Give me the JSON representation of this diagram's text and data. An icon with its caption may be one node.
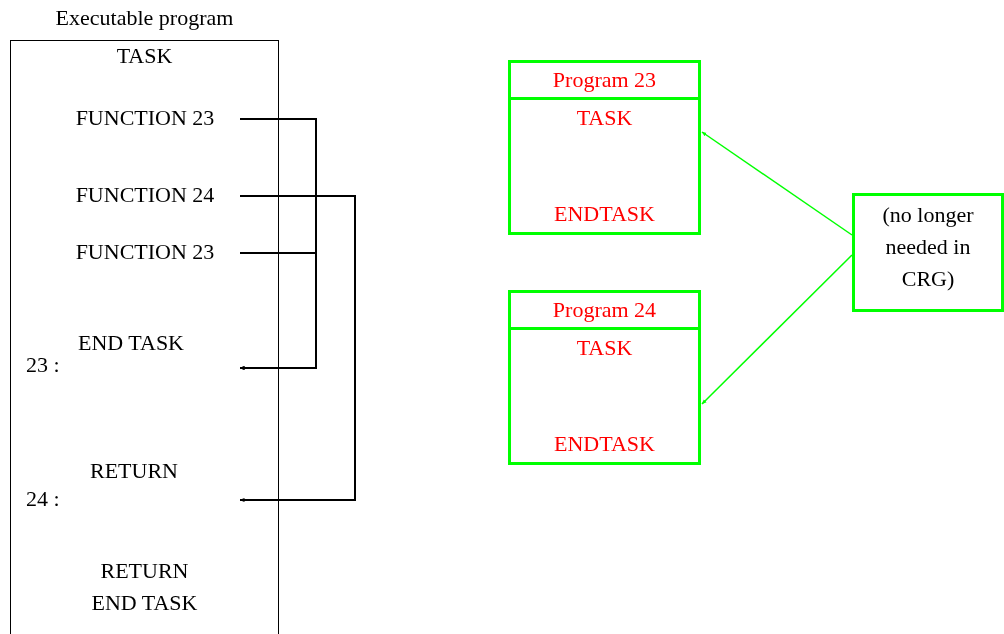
{
  "diagram": {
    "nodes": [
      {
        "text": [
          "Executable program",
          "TASK",
          "RETURN END TASK"
        ]
      },
      {
        "text": [
          "FUNCTION 23"
        ],
        "in": 0
      },
      {
        "text": [
          "FUNCTION 24"
        ],
        "in": 0
      },
      {
        "text": [
          "FUNCTION 23"
        ],
        "in": 0
      },
      {
        "text": [
          "END TASK"
        ],
        "beside": [
          "23 :"
        ],
        "in": 0
      },
      {
        "text": [
          "RETURN"
        ],
        "beside": [
          "24 :"
        ],
        "in": 0
      },
      {
        "text": [
          "Program 23",
          "TASK",
          "ENDTASK"
        ]
      },
      {
        "text": [
          "Program 24",
          "TASK",
          "ENDTASK"
        ]
      },
      {
        "text": [
          "(no longer needed in CRG)"
        ]
      }
    ],
    "edges": [
      {
        "from": 1,
        "to": 4,
        "arrow": "to"
      },
      {
        "from": 2,
        "to": 5,
        "arrow": "to"
      },
      {
        "from": 3,
        "to": 4,
        "arrow": "to"
      },
      {
        "from": 8,
        "to": 6,
        "arrow": "to",
        "color": "#00ff00"
      },
      {
        "from": 8,
        "to": 7,
        "arrow": "to",
        "color": "#00ff00"
      }
    ]
  }
}
